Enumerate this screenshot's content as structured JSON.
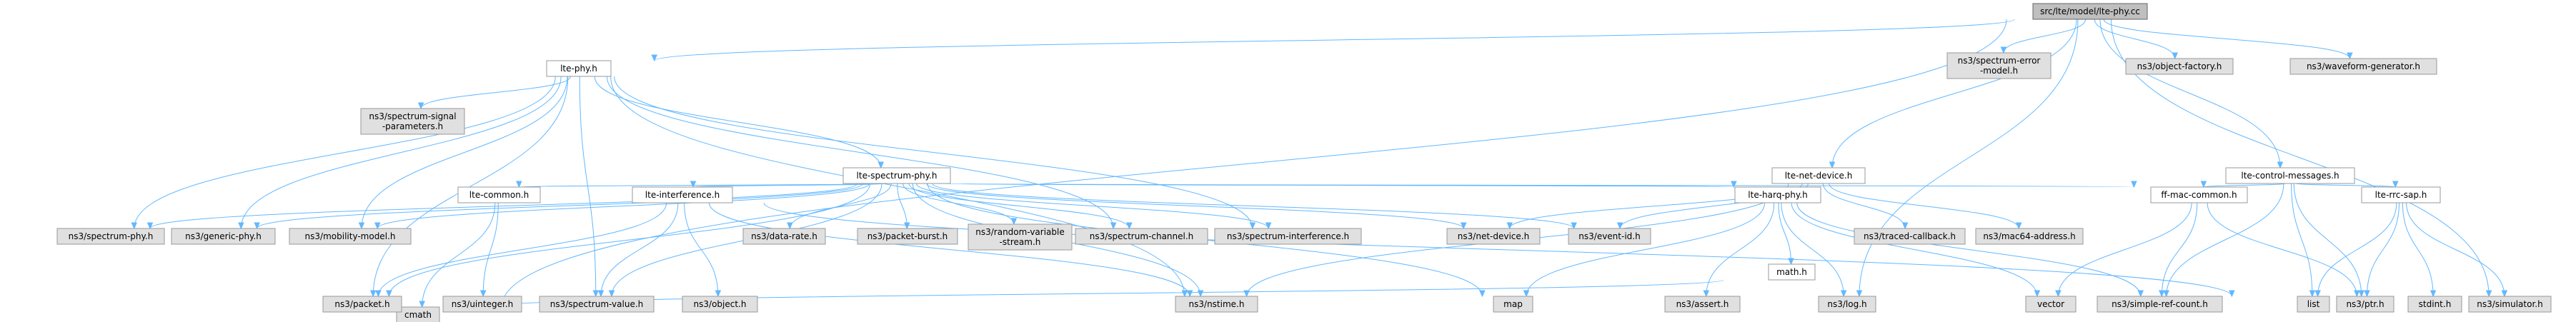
{
  "graph": {
    "nodes": [
      {
        "id": "root",
        "label": [
          "src/lte/model/lte-phy.cc"
        ],
        "style": "root"
      },
      {
        "id": "ltephy",
        "label": [
          "lte-phy.h"
        ],
        "style": "white"
      },
      {
        "id": "cmath",
        "label": [
          "cmath"
        ],
        "style": "grey"
      },
      {
        "id": "ltenetdevice",
        "label": [
          "lte-net-device.h"
        ],
        "style": "white"
      },
      {
        "id": "specerr",
        "label": [
          "ns3/spectrum-error",
          "-model.h"
        ],
        "style": "grey"
      },
      {
        "id": "objfactory",
        "label": [
          "ns3/object-factory.h"
        ],
        "style": "grey"
      },
      {
        "id": "waveform",
        "label": [
          "ns3/waveform-generator.h"
        ],
        "style": "grey"
      },
      {
        "id": "ltectrl",
        "label": [
          "lte-control-messages.h"
        ],
        "style": "white"
      },
      {
        "id": "log",
        "label": [
          "ns3/log.h"
        ],
        "style": "grey"
      },
      {
        "id": "simulator",
        "label": [
          "ns3/simulator.h"
        ],
        "style": "grey"
      },
      {
        "id": "ssparams",
        "label": [
          "ns3/spectrum-signal",
          "-parameters.h"
        ],
        "style": "grey"
      },
      {
        "id": "ltespecphy",
        "label": [
          "lte-spectrum-phy.h"
        ],
        "style": "white"
      },
      {
        "id": "specphy",
        "label": [
          "ns3/spectrum-phy.h"
        ],
        "style": "grey"
      },
      {
        "id": "genphy",
        "label": [
          "ns3/generic-phy.h"
        ],
        "style": "grey"
      },
      {
        "id": "mobility",
        "label": [
          "ns3/mobility-model.h"
        ],
        "style": "grey"
      },
      {
        "id": "ltecommon",
        "label": [
          "lte-common.h"
        ],
        "style": "white"
      },
      {
        "id": "lteinterf",
        "label": [
          "lte-interference.h"
        ],
        "style": "white"
      },
      {
        "id": "datarate",
        "label": [
          "ns3/data-rate.h"
        ],
        "style": "grey"
      },
      {
        "id": "packetburst",
        "label": [
          "ns3/packet-burst.h"
        ],
        "style": "grey"
      },
      {
        "id": "randvar",
        "label": [
          "ns3/random-variable",
          "-stream.h"
        ],
        "style": "grey"
      },
      {
        "id": "specchan",
        "label": [
          "ns3/spectrum-channel.h"
        ],
        "style": "grey"
      },
      {
        "id": "specinterf",
        "label": [
          "ns3/spectrum-interference.h"
        ],
        "style": "grey"
      },
      {
        "id": "netdevice",
        "label": [
          "ns3/net-device.h"
        ],
        "style": "grey"
      },
      {
        "id": "eventid",
        "label": [
          "ns3/event-id.h"
        ],
        "style": "grey"
      },
      {
        "id": "lteharq",
        "label": [
          "lte-harq-phy.h"
        ],
        "style": "white"
      },
      {
        "id": "tracedcb",
        "label": [
          "ns3/traced-callback.h"
        ],
        "style": "grey"
      },
      {
        "id": "mac64",
        "label": [
          "ns3/mac64-address.h"
        ],
        "style": "grey"
      },
      {
        "id": "ffmac",
        "label": [
          "ff-mac-common.h"
        ],
        "style": "white"
      },
      {
        "id": "ltersap",
        "label": [
          "lte-rrc-sap.h"
        ],
        "style": "white"
      },
      {
        "id": "packet",
        "label": [
          "ns3/packet.h"
        ],
        "style": "grey"
      },
      {
        "id": "uinteger",
        "label": [
          "ns3/uinteger.h"
        ],
        "style": "grey"
      },
      {
        "id": "specvalue",
        "label": [
          "ns3/spectrum-value.h"
        ],
        "style": "grey"
      },
      {
        "id": "object",
        "label": [
          "ns3/object.h"
        ],
        "style": "grey"
      },
      {
        "id": "nstime",
        "label": [
          "ns3/nstime.h"
        ],
        "style": "grey"
      },
      {
        "id": "map",
        "label": [
          "map"
        ],
        "style": "grey"
      },
      {
        "id": "assert",
        "label": [
          "ns3/assert.h"
        ],
        "style": "grey"
      },
      {
        "id": "mathh",
        "label": [
          "math.h"
        ],
        "style": "white"
      },
      {
        "id": "vector",
        "label": [
          "vector"
        ],
        "style": "grey"
      },
      {
        "id": "simplerefcount",
        "label": [
          "ns3/simple-ref-count.h"
        ],
        "style": "grey"
      },
      {
        "id": "list",
        "label": [
          "list"
        ],
        "style": "grey"
      },
      {
        "id": "ptr",
        "label": [
          "ns3/ptr.h"
        ],
        "style": "grey"
      },
      {
        "id": "stdint",
        "label": [
          "stdint.h"
        ],
        "style": "grey"
      }
    ],
    "edges": [
      [
        "root",
        "ltephy"
      ],
      [
        "root",
        "cmath"
      ],
      [
        "root",
        "ltenetdevice"
      ],
      [
        "root",
        "specerr"
      ],
      [
        "root",
        "objfactory"
      ],
      [
        "root",
        "waveform"
      ],
      [
        "root",
        "ltectrl"
      ],
      [
        "root",
        "log"
      ],
      [
        "root",
        "simulator"
      ],
      [
        "ltephy",
        "ssparams"
      ],
      [
        "ltephy",
        "ltespecphy"
      ],
      [
        "ltephy",
        "specphy"
      ],
      [
        "ltephy",
        "genphy"
      ],
      [
        "ltephy",
        "mobility"
      ],
      [
        "ltephy",
        "packet"
      ],
      [
        "ltephy",
        "specvalue"
      ],
      [
        "ltephy",
        "nstime"
      ],
      [
        "ltephy",
        "specchan"
      ],
      [
        "ltephy",
        "specinterf"
      ],
      [
        "ltespecphy",
        "specphy"
      ],
      [
        "ltespecphy",
        "genphy"
      ],
      [
        "ltespecphy",
        "mobility"
      ],
      [
        "ltespecphy",
        "ltecommon"
      ],
      [
        "ltespecphy",
        "lteinterf"
      ],
      [
        "ltespecphy",
        "datarate"
      ],
      [
        "ltespecphy",
        "packetburst"
      ],
      [
        "ltespecphy",
        "randvar"
      ],
      [
        "ltespecphy",
        "specchan"
      ],
      [
        "ltespecphy",
        "specinterf"
      ],
      [
        "ltespecphy",
        "netdevice"
      ],
      [
        "ltespecphy",
        "eventid"
      ],
      [
        "ltespecphy",
        "lteharq"
      ],
      [
        "ltespecphy",
        "ffmac"
      ],
      [
        "ltespecphy",
        "packet"
      ],
      [
        "ltespecphy",
        "specvalue"
      ],
      [
        "ltespecphy",
        "nstime"
      ],
      [
        "ltespecphy",
        "map"
      ],
      [
        "ltecommon",
        "uinteger"
      ],
      [
        "ltecommon",
        "cmath"
      ],
      [
        "lteinterf",
        "packet"
      ],
      [
        "lteinterf",
        "specvalue"
      ],
      [
        "lteinterf",
        "object"
      ],
      [
        "lteinterf",
        "nstime"
      ],
      [
        "lteinterf",
        "list"
      ],
      [
        "ltenetdevice",
        "netdevice"
      ],
      [
        "ltenetdevice",
        "eventid"
      ],
      [
        "ltenetdevice",
        "tracedcb"
      ],
      [
        "ltenetdevice",
        "mac64"
      ],
      [
        "ltenetdevice",
        "nstime"
      ],
      [
        "lteharq",
        "assert"
      ],
      [
        "lteharq",
        "mathh"
      ],
      [
        "lteharq",
        "log"
      ],
      [
        "lteharq",
        "simplerefcount"
      ],
      [
        "lteharq",
        "vector"
      ],
      [
        "lteharq",
        "map"
      ],
      [
        "mathh",
        "cmath"
      ],
      [
        "ltectrl",
        "ffmac"
      ],
      [
        "ltectrl",
        "ltersap"
      ],
      [
        "ltectrl",
        "ptr"
      ],
      [
        "ltectrl",
        "simplerefcount"
      ],
      [
        "ltectrl",
        "list"
      ],
      [
        "ffmac",
        "simplerefcount"
      ],
      [
        "ffmac",
        "ptr"
      ],
      [
        "ffmac",
        "vector"
      ],
      [
        "ltersap",
        "list"
      ],
      [
        "ltersap",
        "ptr"
      ],
      [
        "ltersap",
        "stdint"
      ],
      [
        "ltersap",
        "simulator"
      ]
    ]
  }
}
